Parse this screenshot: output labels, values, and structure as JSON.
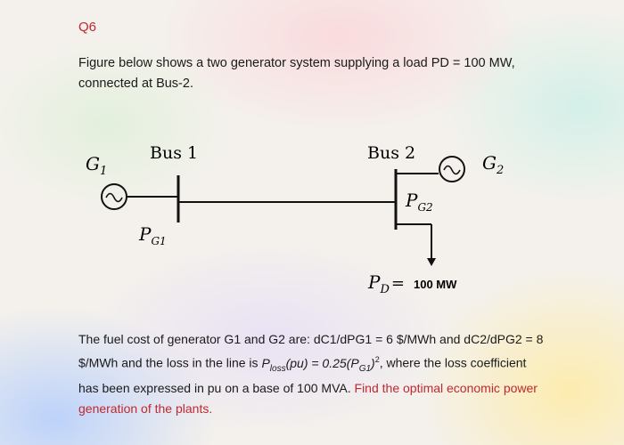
{
  "question_label": "Q6",
  "intro": {
    "line1": "Figure below shows a two generator system supplying a load PD = 100 MW,",
    "line2": "connected at Bus-2."
  },
  "diagram": {
    "bus1_label": "Bus 1",
    "bus2_label": "Bus 2",
    "g1": {
      "letter": "G",
      "sub": "1"
    },
    "g2": {
      "letter": "G",
      "sub": "2"
    },
    "pg1": {
      "letter": "P",
      "sub": "G1"
    },
    "pg2": {
      "letter": "P",
      "sub": "G2"
    },
    "pd": {
      "letter": "P",
      "sub": "D",
      "eq": "=",
      "value": "100 MW"
    }
  },
  "problem": {
    "line1": "The fuel cost of generator G1 and G2 are: dC1/dPG1 = 6 $/MWh and dC2/dPG2 = 8",
    "line2_a": "$/MWh and the loss in the line is ",
    "loss_p": "P",
    "loss_sub": "loss",
    "loss_mid": "(pu) = 0.25(P",
    "loss_g1": "G1",
    "loss_close": ")",
    "loss_exp": "2",
    "line2_b": ", where the loss coefficient",
    "line3": "has been expressed in pu on a base of 100 MVA.",
    "red_a": "Find the optimal economic power",
    "red_b": "generation of the plants."
  }
}
